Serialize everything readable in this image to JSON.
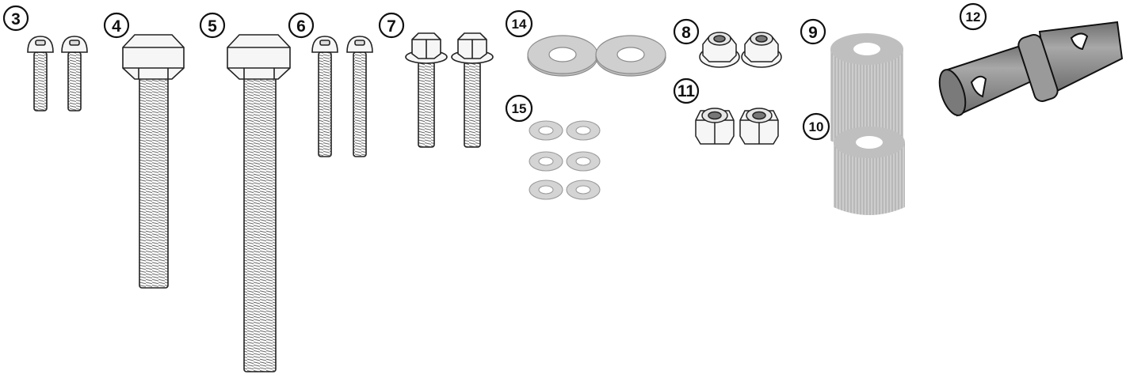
{
  "labels": {
    "p3": "3",
    "p4": "4",
    "p5": "5",
    "p6": "6",
    "p7": "7",
    "p8": "8",
    "p9": "9",
    "p10": "10",
    "p11": "11",
    "p12": "12",
    "p14": "14",
    "p15": "15"
  },
  "colors": {
    "outline": "#222222",
    "metal": "#f6f6f6",
    "washer": "#bdbdbd",
    "spacer": "#c8c8c8",
    "spacer_top": "#a9a9a9",
    "pin": "#8e8e8e"
  }
}
